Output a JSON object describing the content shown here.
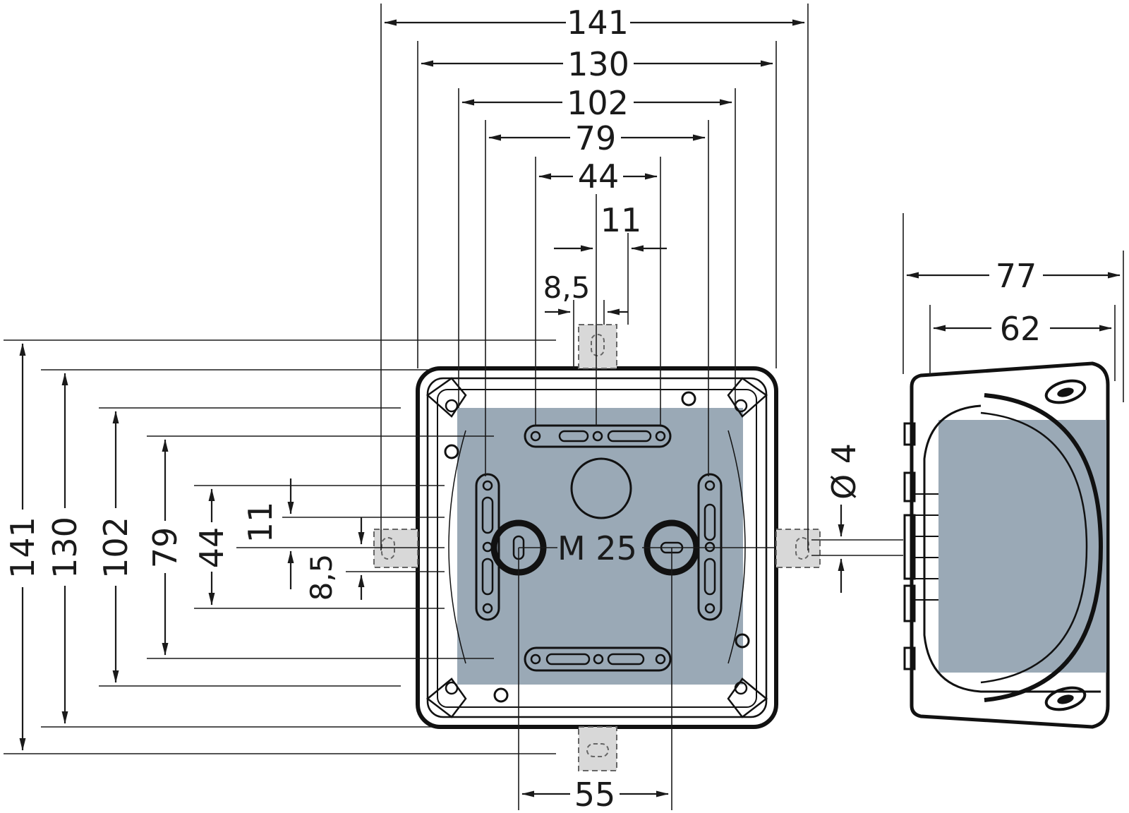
{
  "colors": {
    "ink": "#111111",
    "fill_panel": "#9aa9b6",
    "plug_fill": "#d8d8d8",
    "background": "#ffffff"
  },
  "dimensions": {
    "top": {
      "w141": "141",
      "w130": "130",
      "w102": "102",
      "w79": "79",
      "w44": "44",
      "w11": "11",
      "w8_5": "8,5"
    },
    "left": {
      "h141": "141",
      "h130": "130",
      "h102": "102",
      "h79": "79",
      "h44": "44",
      "h11": "11",
      "h8_5": "8,5"
    },
    "bottom": {
      "w55": "55"
    },
    "side": {
      "d77": "77",
      "d62": "62",
      "hole": "Ø 4"
    },
    "thread": "M 25"
  }
}
